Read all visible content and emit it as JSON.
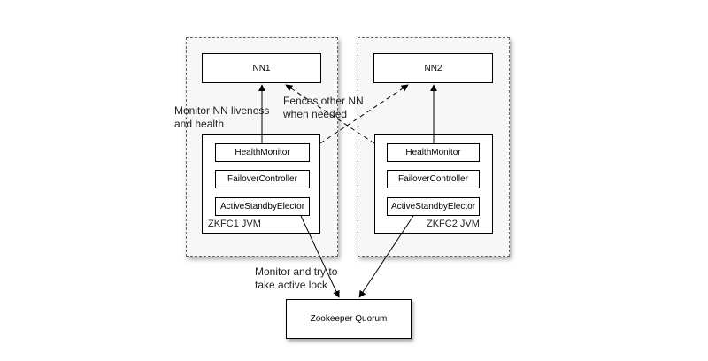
{
  "diagram": {
    "nodes": {
      "nn1": "NN1",
      "nn2": "NN2",
      "zkfc1": {
        "label": "ZKFC1 JVM",
        "health_monitor": "HealthMonitor",
        "failover_controller": "FailoverController",
        "elector": "ActiveStandbyElector"
      },
      "zkfc2": {
        "label": "ZKFC2 JVM",
        "health_monitor": "HealthMonitor",
        "failover_controller": "FailoverController",
        "elector": "ActiveStandbyElector"
      },
      "zookeeper": "Zookeeper Quorum"
    },
    "annotations": {
      "monitor_nn_line1": "Monitor NN liveness",
      "monitor_nn_line2": "and health",
      "fences_line1": "Fences other NN",
      "fences_line2": "when needed",
      "lock_line1": "Monitor and try to",
      "lock_line2": "take active lock"
    },
    "edges": [
      {
        "from": "zkfc1.health_monitor",
        "to": "nn1",
        "style": "solid"
      },
      {
        "from": "zkfc2.health_monitor",
        "to": "nn2",
        "style": "solid"
      },
      {
        "from": "zkfc1",
        "to": "nn2",
        "style": "dashed"
      },
      {
        "from": "zkfc2",
        "to": "nn1",
        "style": "dashed"
      },
      {
        "from": "zkfc1.elector",
        "to": "zookeeper",
        "style": "solid"
      },
      {
        "from": "zkfc2.elector",
        "to": "zookeeper",
        "style": "solid"
      }
    ]
  }
}
